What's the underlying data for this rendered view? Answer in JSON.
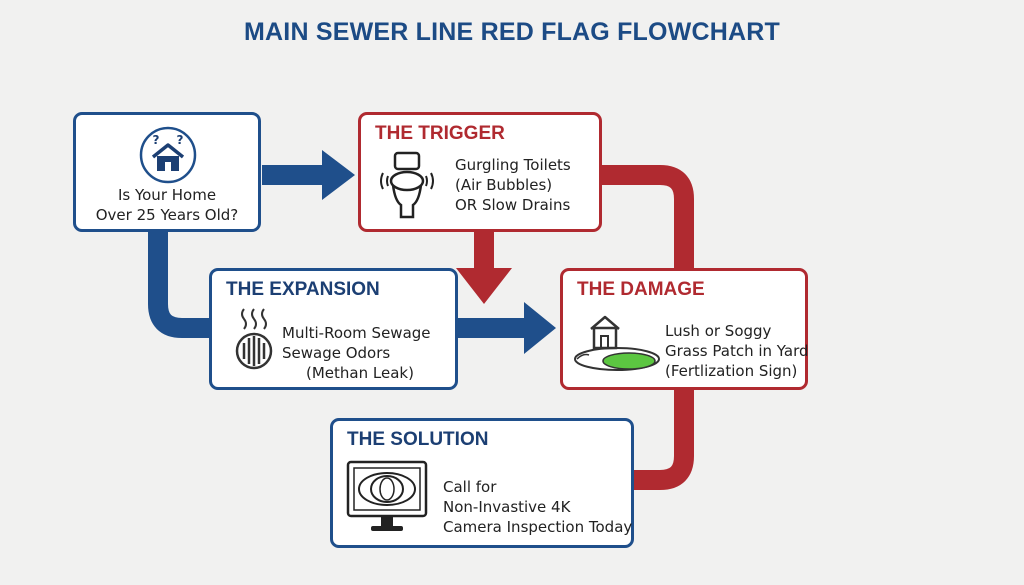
{
  "title": "MAIN SEWER LINE RED FLAG FLOWCHART",
  "colors": {
    "blue": "#1f4f8b",
    "red": "#b02a30",
    "green": "#5cc641",
    "background": "#f1f1f0"
  },
  "nodes": {
    "start": {
      "icon": "house-question-icon",
      "lines": [
        "Is Your Home",
        "Over 25 Years Old?"
      ]
    },
    "trigger": {
      "title": "THE TRIGGER",
      "icon": "toilet-icon",
      "lines": [
        "Gurgling Toilets",
        "(Air Bubbles)",
        "OR Slow Drains"
      ]
    },
    "expansion": {
      "title": "THE EXPANSION",
      "icon": "drain-odor-icon",
      "lines": [
        "Multi-Room Sewage",
        "Sewage Odors",
        "(Methan Leak)"
      ]
    },
    "damage": {
      "title": "THE DAMAGE",
      "icon": "house-yard-icon",
      "lines": [
        "Lush or Soggy",
        "Grass Patch in Yard",
        "(Fertlization Sign)"
      ]
    },
    "solution": {
      "title": "THE SOLUTION",
      "icon": "camera-monitor-icon",
      "lines": [
        "Call for",
        "Non-Invastive 4K",
        "Camera Inspection Today"
      ]
    }
  }
}
